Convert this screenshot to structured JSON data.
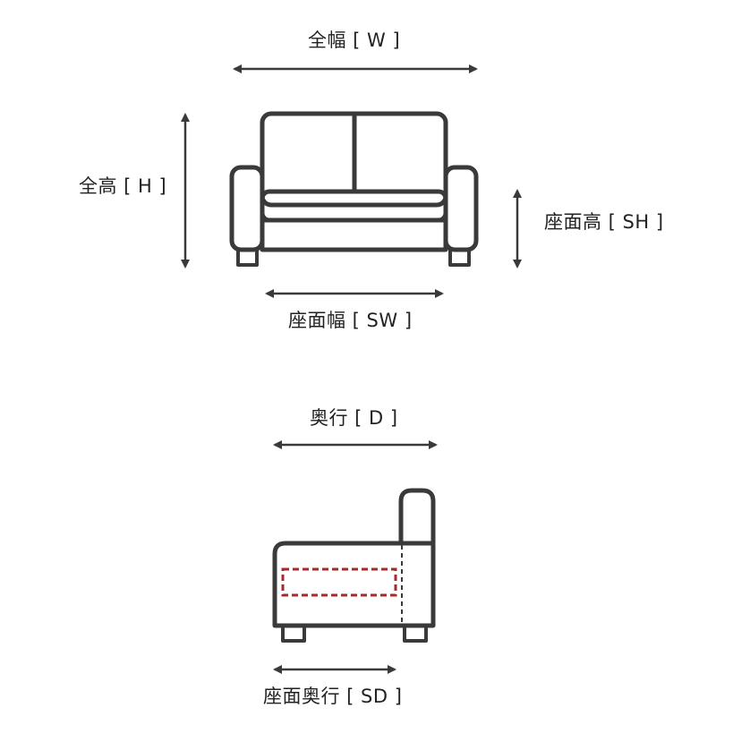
{
  "labels": {
    "overall_width": "全幅 [ W ]",
    "overall_height": "全高 [ H ]",
    "seat_height": "座面高 [ SH ]",
    "seat_width": "座面幅 [ SW ]",
    "depth": "奥行 [ D ]",
    "seat_depth": "座面奥行 [ SD ]"
  },
  "colors": {
    "outline": "#3a3a3a",
    "seat_depth_highlight": "#a52a2a",
    "text": "#222222"
  }
}
